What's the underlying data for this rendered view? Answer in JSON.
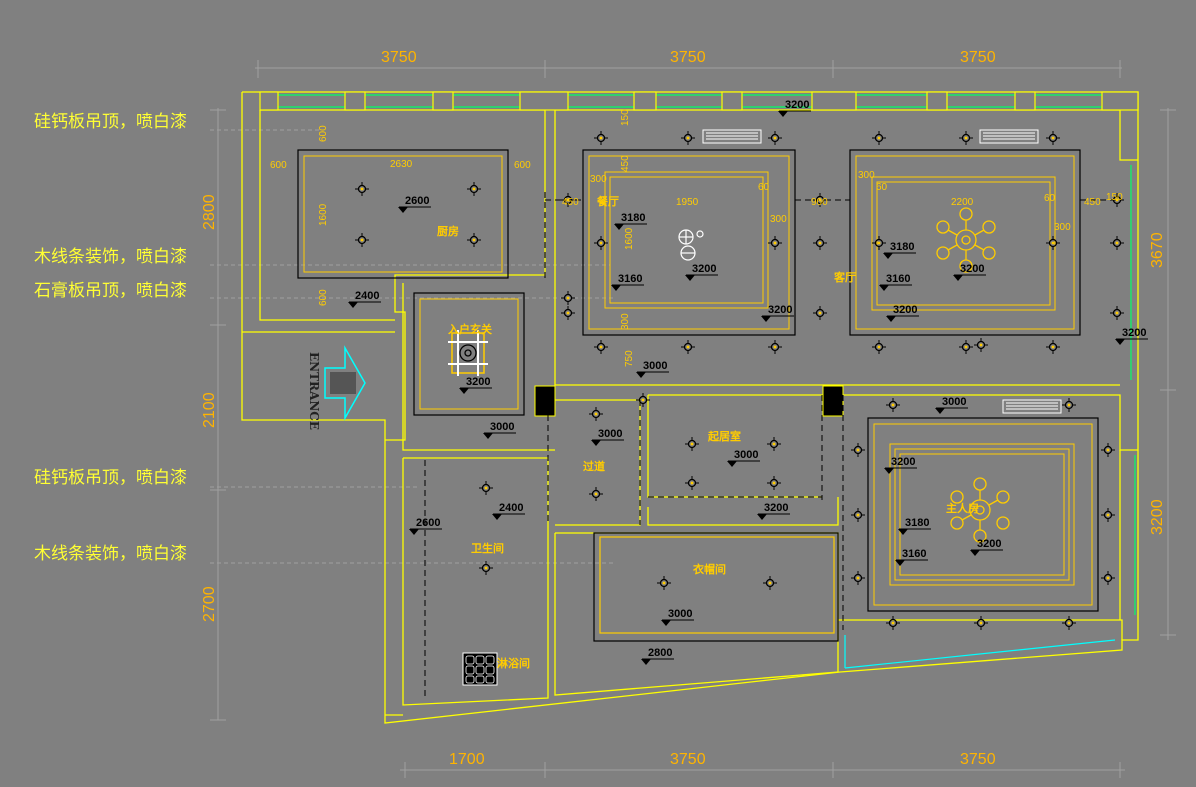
{
  "notes": [
    "硅钙板吊顶，喷白漆",
    "木线条装饰，喷白漆",
    "石膏板吊顶，喷白漆",
    "硅钙板吊顶，喷白漆",
    "木线条装饰，喷白漆"
  ],
  "dims": {
    "top": [
      "3750",
      "3750",
      "3750"
    ],
    "bottom": [
      "1700",
      "3750",
      "3750"
    ],
    "left": [
      "2800",
      "2100",
      "2700"
    ],
    "right": [
      "3670",
      "3200"
    ]
  },
  "rooms": {
    "kitchen": "厨房",
    "dining": "餐厅",
    "living": "客厅",
    "entry": "入户玄关",
    "study": "起居室",
    "corridor": "过道",
    "bath": "卫生间",
    "shower": "淋浴间",
    "closet": "衣帽间",
    "master": "主人房",
    "entrance": "ENTRANCE"
  },
  "inner_dims": {
    "k600a": "600",
    "k2630": "2630",
    "k600b": "600",
    "k600v": "600",
    "k1600": "1600",
    "k600v2": "600",
    "d150": "150",
    "d450": "450",
    "d300a": "300",
    "d450b": "450",
    "d1950": "1950",
    "d60a": "60",
    "d1600": "1600",
    "d300b": "300",
    "d750": "750",
    "d300c": "300",
    "l300a": "300",
    "l60": "60",
    "l2200": "2200",
    "l60b": "60",
    "l450": "450",
    "l150": "150",
    "l900": "900",
    "l300b": "300"
  },
  "heights": {
    "h_top": "3200",
    "h_kitchen": "2600",
    "h_kitchen2": "2400",
    "h_entry": "3200",
    "h_entry2": "3000",
    "h_din1": "3180",
    "h_din2": "3160",
    "h_din3": "3200",
    "h_din4": "3200",
    "h_din5": "3000",
    "h_liv1": "3180",
    "h_liv2": "3160",
    "h_liv3": "3200",
    "h_liv4": "3200",
    "h_liv5": "3200",
    "h_cor": "3000",
    "h_study": "3000",
    "h_study2": "3200",
    "h_bath1": "2400",
    "h_bath2": "2600",
    "h_closet": "3000",
    "h_closet2": "2800",
    "h_mst0": "3000",
    "h_mst1": "3200",
    "h_mst2": "3180",
    "h_mst3": "3160",
    "h_mst4": "3200"
  },
  "colors": {
    "background": "#808080",
    "wall": "#ffff00",
    "ceiling": "#ffcc00",
    "black": "#000000",
    "dim": "#ffb400",
    "green": "#00ff66",
    "cyan": "#00ffff"
  }
}
